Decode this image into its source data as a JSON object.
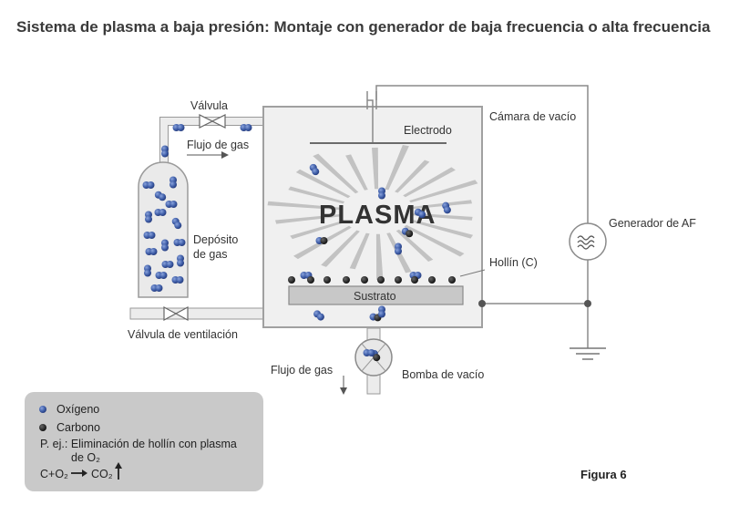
{
  "title": "Sistema de plasma a baja presión: Montaje con generador de baja frecuencia o alta frecuencia",
  "labels": {
    "valve": "Válvula",
    "gas_flow_top": "Flujo de gas",
    "vacuum_chamber": "Cámara de vacío",
    "electrode": "Electrodo",
    "plasma": "PLASMA",
    "gas_tank_line1": "Depósito",
    "gas_tank_line2": "de gas",
    "generator": "Generador de AF",
    "soot": "Hollín (C)",
    "substrate": "Sustrato",
    "vent_valve": "Válvula de ventilación",
    "gas_flow_bottom": "Flujo de gas",
    "vacuum_pump": "Bomba de vacío"
  },
  "legend": {
    "oxygen": "Oxígeno",
    "carbon": "Carbono",
    "example_line1": "P. ej.: Eliminación de hollín con plasma",
    "example_line2": "de O₂",
    "reaction_left": "C+O₂",
    "reaction_right": "CO₂"
  },
  "figure_label": "Figura 6",
  "colors": {
    "oxygen": "#3f5ea8",
    "carbon": "#1a1a1a",
    "equipment_fill": "#dcdcdc",
    "line": "#8a8a8a",
    "legend_bg": "#c9c9c9"
  }
}
